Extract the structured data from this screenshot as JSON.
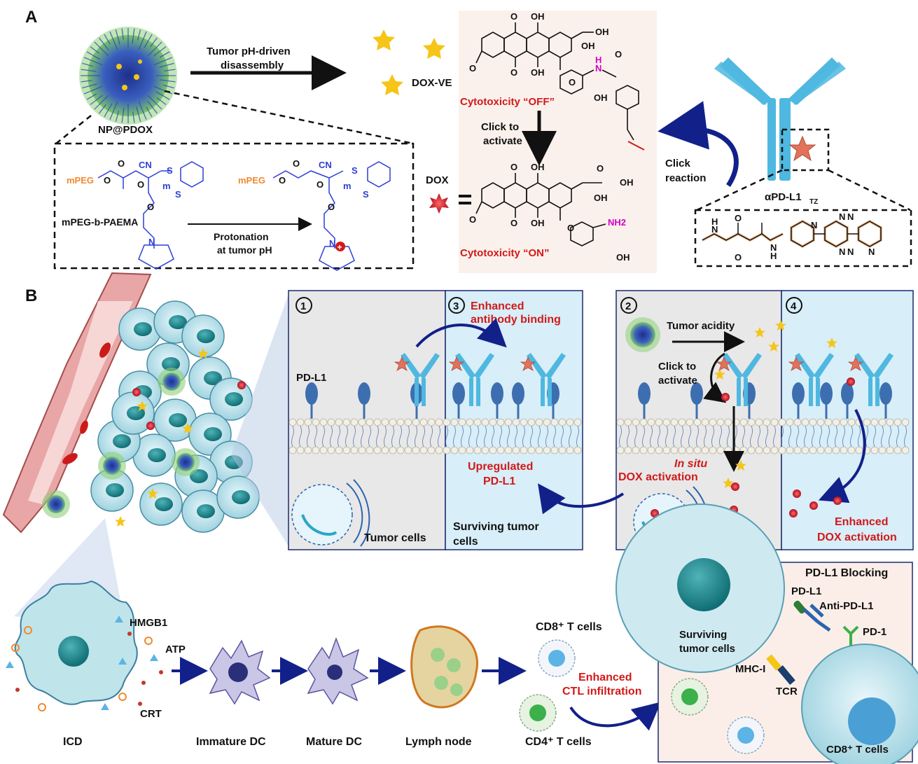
{
  "panel_a": {
    "label": "A",
    "nanoparticle": "NP@PDOX",
    "arrow_top": "Tumor pH-driven",
    "arrow_bottom": "disassembly",
    "doxve": "DOX-VE",
    "off": "Cytotoxicity “OFF”",
    "on": "Cytotoxicity “ON”",
    "click_activate_1": "Click to",
    "click_activate_2": "activate",
    "dox": "DOX",
    "click_reaction_1": "Click",
    "click_reaction_2": "reaction",
    "antibody": "αPD-L1",
    "antibody_sub": "TZ",
    "polymer": "mPEG-b-PAEMA",
    "protonation_1": "Protonation",
    "protonation_2": "at tumor pH",
    "mpeg": "mPEG",
    "atoms": {
      "o": "O",
      "oh": "OH",
      "cn": "CN",
      "m": "m",
      "s": "S",
      "n": "N",
      "h": "H",
      "nh": "NH",
      "nh2": "NH2",
      "plus": "+"
    }
  },
  "panel_b": {
    "label": "B",
    "n1": "1",
    "n2": "2",
    "n3": "3",
    "n4": "4",
    "enhanced_binding_1": "Enhanced",
    "enhanced_binding_2": "antibody binding",
    "pdl1": "PD-L1",
    "upregulated_1": "Upregulated",
    "upregulated_2": "PD-L1",
    "tumor_cells": "Tumor cells",
    "surviving_1": "Surviving tumor",
    "surviving_2": "cells",
    "tumor_acidity": "Tumor acidity",
    "click_1": "Click to",
    "click_2": "activate",
    "insitu_1": "In situ",
    "insitu_2": "DOX activation",
    "enhanced_dox_1": "Enhanced",
    "enhanced_dox_2": "DOX activation"
  },
  "bottom": {
    "icd": "ICD",
    "hmgb1": "HMGB1",
    "atp": "ATP",
    "crt": "CRT",
    "immature_dc": "Immature DC",
    "mature_dc": "Mature DC",
    "lymph_node": "Lymph node",
    "cd8_top": "CD8⁺ T cells",
    "cd4": "CD4⁺ T cells",
    "ctl_1": "Enhanced",
    "ctl_2": "CTL infiltration",
    "blocking": "PD-L1 Blocking",
    "pdl1": "PD-L1",
    "anti_pdl1": "Anti-PD-L1",
    "surviving_1": "Surviving",
    "surviving_2": "tumor cells",
    "pd1": "PD-1",
    "mhc": "MHC-I",
    "tcr": "TCR",
    "cd8_bottom": "CD8⁺ T cells"
  },
  "colors": {
    "dark_blue": "#12208a",
    "antibody": "#4fb8e0",
    "red_text": "#d11a1a",
    "dark_red": "#b22222",
    "star": "#f5c518",
    "panel_gray": "#e8e8e8",
    "panel_blue": "#d8eef8",
    "chem_blue": "#2b3fd6",
    "peg_orange": "#f08a30"
  }
}
